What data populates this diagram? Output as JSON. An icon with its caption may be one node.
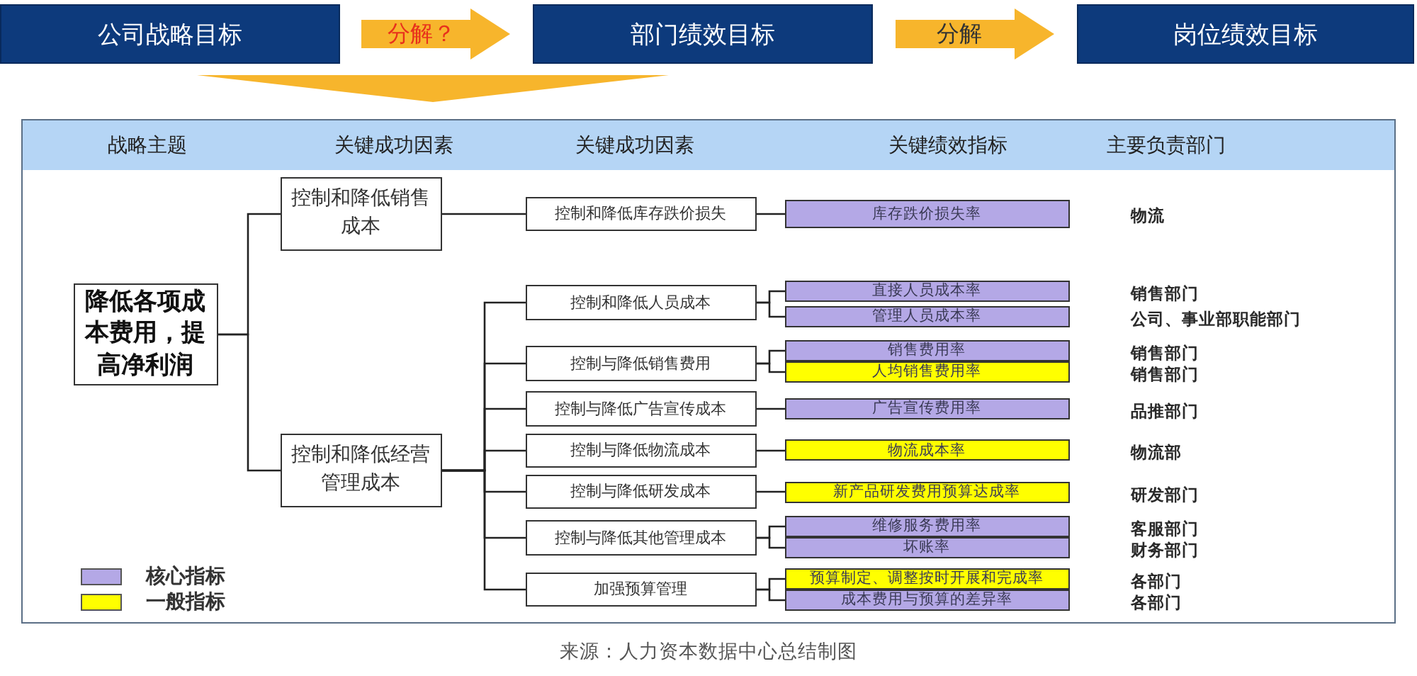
{
  "diagram": {
    "nodes": [
      {
        "text": [
          "公司战略目标"
        ]
      },
      {
        "text": [
          "部门绩效目标"
        ]
      },
      {
        "text": [
          "岗位绩效目标"
        ]
      },
      {
        "text": [
          "战略主题",
          "关键成功因素",
          "关键成功因素",
          "关键绩效指标",
          "主要负责部门"
        ]
      },
      {
        "text": [
          "降低各项成本费用，提高净利润"
        ],
        "in": 3
      },
      {
        "text": [
          "控制和降低销售成本"
        ],
        "in": 3
      },
      {
        "text": [
          "控制和降低经营管理成本"
        ],
        "in": 3
      },
      {
        "text": [
          "控制和降低库存跌价损失"
        ],
        "in": 3
      },
      {
        "text": [
          "控制和降低人员成本"
        ],
        "in": 3
      },
      {
        "text": [
          "控制与降低销售费用"
        ],
        "in": 3
      },
      {
        "text": [
          "控制与降低广告宣传成本"
        ],
        "in": 3
      },
      {
        "text": [
          "控制与降低物流成本"
        ],
        "in": 3
      },
      {
        "text": [
          "控制与降低研发成本"
        ],
        "in": 3
      },
      {
        "text": [
          "控制与降低其他管理成本"
        ],
        "in": 3
      },
      {
        "text": [
          "加强预算管理"
        ],
        "in": 3
      },
      {
        "text": [
          "库存跌价损失率"
        ],
        "beside": [
          "物流"
        ],
        "in": 3
      },
      {
        "text": [
          "直接人员成本率"
        ],
        "beside": [
          "销售部门"
        ],
        "in": 3
      },
      {
        "text": [
          "管理人员成本率"
        ],
        "beside": [
          "公司、事业部职能部门"
        ],
        "in": 3
      },
      {
        "text": [
          "销售费用率"
        ],
        "beside": [
          "销售部门"
        ],
        "in": 3
      },
      {
        "text": [
          "人均销售费用率"
        ],
        "beside": [
          "销售部门"
        ],
        "in": 3
      },
      {
        "text": [
          "广告宣传费用率"
        ],
        "beside": [
          "品推部门"
        ],
        "in": 3
      },
      {
        "text": [
          "物流成本率"
        ],
        "beside": [
          "物流部"
        ],
        "in": 3
      },
      {
        "text": [
          "新产品研发费用预算达成率"
        ],
        "beside": [
          "研发部门"
        ],
        "in": 3
      },
      {
        "text": [
          "维修服务费用率"
        ],
        "beside": [
          "客服部门"
        ],
        "in": 3
      },
      {
        "text": [
          "坏账率"
        ],
        "beside": [
          "财务部门"
        ],
        "in": 3
      },
      {
        "text": [
          "预算制定、调整按时开展和完成率"
        ],
        "beside": [
          "各部门"
        ],
        "in": 3
      },
      {
        "text": [
          "成本费用与预算的差异率"
        ],
        "beside": [
          "各部门"
        ],
        "in": 3
      },
      {
        "text": [],
        "shape": "triangle"
      }
    ],
    "edges": [
      {
        "from": 0,
        "to": 1,
        "arrow": "to",
        "label": "分解？",
        "style": "thick",
        "color": "#f7b52c"
      },
      {
        "from": 1,
        "to": 2,
        "arrow": "to",
        "label": "分解",
        "style": "thick",
        "color": "#f7b52c"
      },
      {
        "from": 4,
        "to": 5,
        "arrow": "none"
      },
      {
        "from": 4,
        "to": 6,
        "arrow": "none"
      },
      {
        "from": 5,
        "to": 7,
        "arrow": "none"
      },
      {
        "from": 6,
        "to": 8,
        "arrow": "none"
      },
      {
        "from": 6,
        "to": 9,
        "arrow": "none"
      },
      {
        "from": 6,
        "to": 10,
        "arrow": "none"
      },
      {
        "from": 6,
        "to": 11,
        "arrow": "none"
      },
      {
        "from": 6,
        "to": 12,
        "arrow": "none"
      },
      {
        "from": 6,
        "to": 13,
        "arrow": "none"
      },
      {
        "from": 6,
        "to": 14,
        "arrow": "none"
      },
      {
        "from": 7,
        "to": 15,
        "arrow": "none"
      },
      {
        "from": 8,
        "to": 16,
        "arrow": "none"
      },
      {
        "from": 8,
        "to": 17,
        "arrow": "none"
      },
      {
        "from": 9,
        "to": 18,
        "arrow": "none"
      },
      {
        "from": 9,
        "to": 19,
        "arrow": "none"
      },
      {
        "from": 10,
        "to": 20,
        "arrow": "none"
      },
      {
        "from": 11,
        "to": 21,
        "arrow": "none"
      },
      {
        "from": 12,
        "to": 22,
        "arrow": "none"
      },
      {
        "from": 13,
        "to": 23,
        "arrow": "none"
      },
      {
        "from": 13,
        "to": 24,
        "arrow": "none"
      },
      {
        "from": 14,
        "to": 25,
        "arrow": "none"
      },
      {
        "from": 14,
        "to": 26,
        "arrow": "none"
      }
    ],
    "legend": [
      {
        "text": "核心指标",
        "color": "#b4a8e6"
      },
      {
        "text": "一般指标",
        "color": "#ffff00"
      }
    ],
    "caption": "来源：人力资本数据中心总结制图"
  }
}
